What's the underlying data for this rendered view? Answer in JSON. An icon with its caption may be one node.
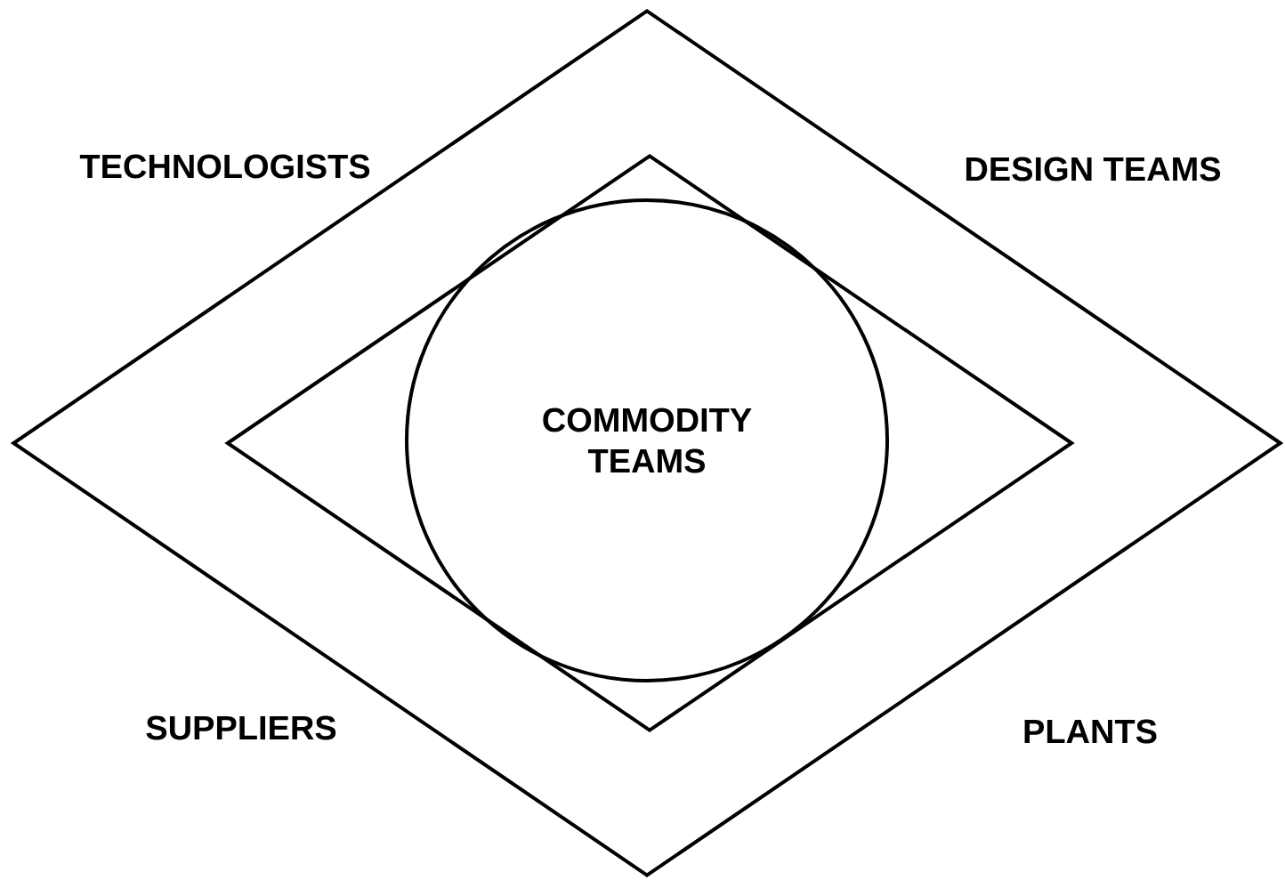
{
  "diagram": {
    "nodes": [
      {
        "text": [],
        "shape": "diamond"
      },
      {
        "text": [],
        "shape": "diamond",
        "in": 0
      },
      {
        "text": [
          "COMMODITY TEAMS"
        ],
        "in": 1
      }
    ],
    "labels": [
      "TECHNOLOGISTS",
      "DESIGN TEAMS",
      "SUPPLIERS",
      "PLANTS"
    ]
  }
}
